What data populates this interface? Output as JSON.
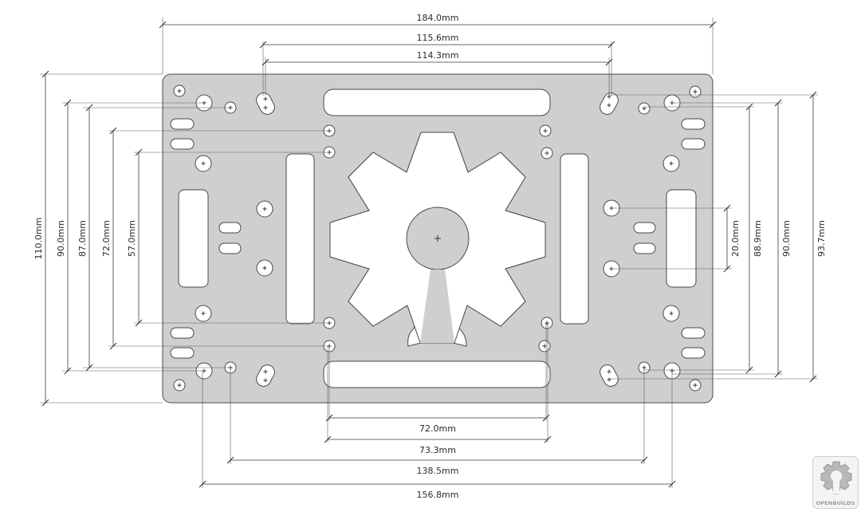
{
  "dimensions": {
    "top_overall": "184.0mm",
    "top_slot_outer": "115.6mm",
    "top_slot_inner": "114.3mm",
    "left_overall": "110.0mm",
    "left_90": "90.0mm",
    "left_87": "87.0mm",
    "left_72": "72.0mm",
    "left_57": "57.0mm",
    "right_20": "20.0mm",
    "right_88": "88.9mm",
    "right_90": "90.0mm",
    "right_93": "93.7mm",
    "bottom_72": "72.0mm",
    "bottom_73": "73.3mm",
    "bottom_138": "138.5mm",
    "bottom_156": "156.8mm"
  },
  "logo": {
    "text": "OPENBUILDS",
    "icon": "openbuilds-gear-icon",
    "color": "#9a9a9a"
  },
  "colors": {
    "plate": "#cfcfcf",
    "outline": "#4a4a4a"
  }
}
